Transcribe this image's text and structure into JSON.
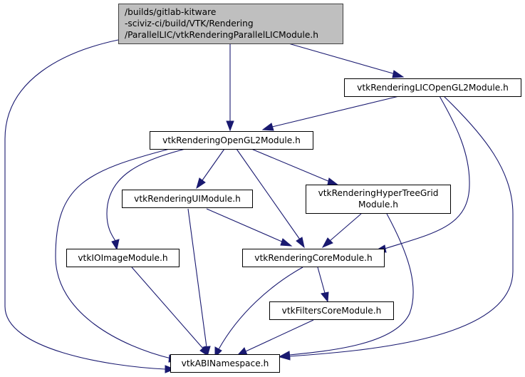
{
  "graph": {
    "type": "include-dependency-graph",
    "edge_color": "#191970",
    "root_fill": "#bfbfbf",
    "nodes": {
      "root": {
        "lines": [
          "/builds/gitlab-kitware",
          "-sciviz-ci/build/VTK/Rendering",
          "/ParallelLIC/vtkRenderingParallelLICModule.h"
        ],
        "highlighted": true
      },
      "lic": {
        "lines": [
          "vtkRenderingLICOpenGL2Module.h"
        ]
      },
      "ogl": {
        "lines": [
          "vtkRenderingOpenGL2Module.h"
        ]
      },
      "ui": {
        "lines": [
          "vtkRenderingUIModule.h"
        ]
      },
      "htg": {
        "lines": [
          "vtkRenderingHyperTreeGrid",
          "Module.h"
        ]
      },
      "io": {
        "lines": [
          "vtkIOImageModule.h"
        ]
      },
      "core": {
        "lines": [
          "vtkRenderingCoreModule.h"
        ]
      },
      "filters": {
        "lines": [
          "vtkFiltersCoreModule.h"
        ]
      },
      "abi": {
        "lines": [
          "vtkABINamespace.h"
        ]
      }
    },
    "edges": [
      [
        "root",
        "abi"
      ],
      [
        "root",
        "ogl"
      ],
      [
        "root",
        "lic"
      ],
      [
        "lic",
        "ogl"
      ],
      [
        "lic",
        "core"
      ],
      [
        "lic",
        "abi"
      ],
      [
        "ogl",
        "ui"
      ],
      [
        "ogl",
        "htg"
      ],
      [
        "ogl",
        "io"
      ],
      [
        "ogl",
        "core"
      ],
      [
        "ogl",
        "abi"
      ],
      [
        "ui",
        "core"
      ],
      [
        "ui",
        "abi"
      ],
      [
        "htg",
        "core"
      ],
      [
        "htg",
        "abi"
      ],
      [
        "io",
        "abi"
      ],
      [
        "core",
        "filters"
      ],
      [
        "core",
        "abi"
      ],
      [
        "filters",
        "abi"
      ]
    ]
  }
}
